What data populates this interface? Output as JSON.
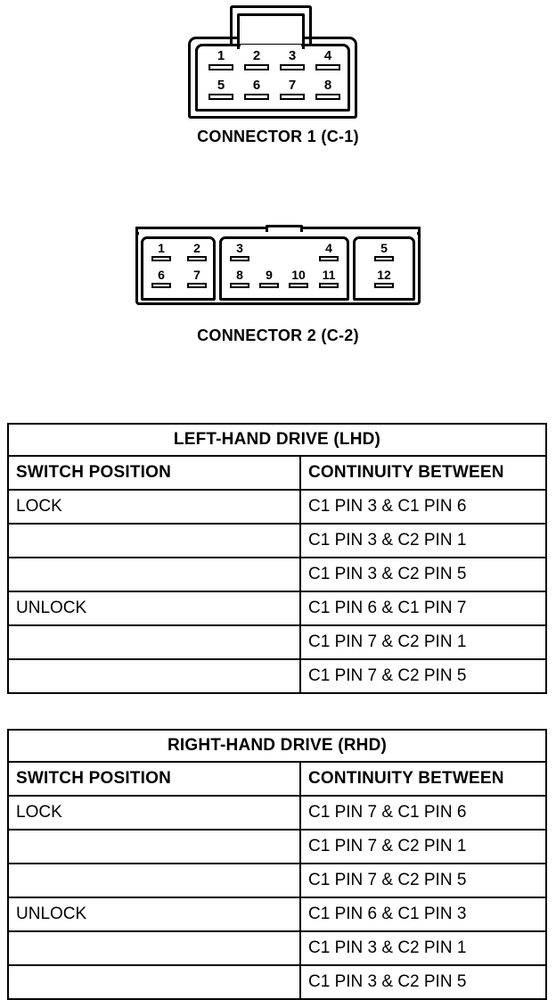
{
  "figures": [
    {
      "id": "connector-1",
      "caption": "CONNECTOR 1 (C-1)",
      "pins_top": [
        "1",
        "2",
        "3",
        "4"
      ],
      "pins_bottom": [
        "5",
        "6",
        "7",
        "8"
      ]
    },
    {
      "id": "connector-2",
      "caption": "CONNECTOR 2 (C-2)",
      "sections": [
        {
          "pins_top": [
            "1",
            "2"
          ],
          "pins_bottom": [
            "6",
            "7"
          ]
        },
        {
          "pins_top": [
            "3",
            "4"
          ],
          "pins_bottom": [
            "8",
            "9",
            "10",
            "11"
          ]
        },
        {
          "pins_top": [
            "5"
          ],
          "pins_bottom": [
            "12"
          ]
        }
      ]
    }
  ],
  "tables": [
    {
      "id": "lhd",
      "title": "LEFT-HAND DRIVE (LHD)",
      "columns": [
        "SWITCH POSITION",
        "CONTINUITY BETWEEN"
      ],
      "rows": [
        {
          "switch_position": "LOCK",
          "continuity": "C1 PIN 3 & C1 PIN 6"
        },
        {
          "switch_position": "",
          "continuity": "C1 PIN 3 & C2 PIN 1"
        },
        {
          "switch_position": "",
          "continuity": "C1 PIN 3 & C2 PIN 5"
        },
        {
          "switch_position": "UNLOCK",
          "continuity": "C1 PIN 6 & C1 PIN 7"
        },
        {
          "switch_position": "",
          "continuity": "C1 PIN 7 & C2 PIN 1"
        },
        {
          "switch_position": "",
          "continuity": "C1 PIN 7 & C2 PIN 5"
        }
      ]
    },
    {
      "id": "rhd",
      "title": "RIGHT-HAND DRIVE (RHD)",
      "columns": [
        "SWITCH POSITION",
        "CONTINUITY BETWEEN"
      ],
      "rows": [
        {
          "switch_position": "LOCK",
          "continuity": "C1 PIN 7 & C1 PIN 6"
        },
        {
          "switch_position": "",
          "continuity": "C1 PIN 7 & C2 PIN 1"
        },
        {
          "switch_position": "",
          "continuity": "C1 PIN 7 & C2 PIN 5"
        },
        {
          "switch_position": "UNLOCK",
          "continuity": "C1 PIN 6 & C1 PIN 3"
        },
        {
          "switch_position": "",
          "continuity": "C1 PIN 3 & C2 PIN 1"
        },
        {
          "switch_position": "",
          "continuity": "C1 PIN 3 & C2 PIN 5"
        }
      ]
    }
  ],
  "colors": {
    "ink": "#000000",
    "paper": "#ffffff"
  }
}
